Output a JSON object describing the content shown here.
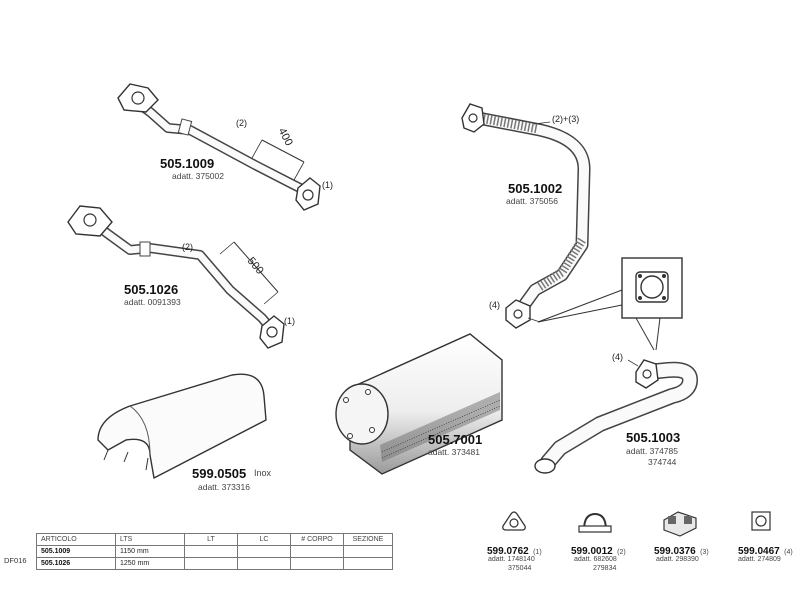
{
  "parts": {
    "pipe_1009": {
      "code": "505.1009",
      "sub": "adatt. 375002",
      "callout_a": "(2)",
      "callout_b": "(1)",
      "dimension": "400"
    },
    "pipe_1026": {
      "code": "505.1026",
      "sub": "adatt. 0091393",
      "callout_a": "(2)",
      "callout_b": "(1)",
      "dimension": "500"
    },
    "pipe_1002": {
      "code": "505.1002",
      "sub": "adatt. 375056",
      "callout_a": "(2)+(3)",
      "callout_b": "(4)"
    },
    "pipe_1003": {
      "code": "505.1003",
      "sub1": "adatt. 374785",
      "sub2": "374744",
      "callout": "(4)"
    },
    "muffler_7001": {
      "code": "505.7001",
      "sub": "adatt. 373481"
    },
    "shield_0505": {
      "code": "599.0505",
      "material": "Inox",
      "sub": "adatt. 373316"
    }
  },
  "accessories": [
    {
      "code": "599.0762",
      "callout": "(1)",
      "sub1": "adatt. 1748140",
      "sub2": "375044",
      "icon": "triangle-gasket-icon"
    },
    {
      "code": "599.0012",
      "callout": "(2)",
      "sub1": "adatt. 682608",
      "sub2": "279834",
      "icon": "clamp-icon"
    },
    {
      "code": "599.0376",
      "callout": "(3)",
      "sub1": "adatt. 298390",
      "sub2": "",
      "icon": "bracket-icon"
    },
    {
      "code": "599.0467",
      "callout": "(4)",
      "sub1": "adatt. 274809",
      "sub2": "",
      "icon": "square-gasket-icon"
    }
  ],
  "table": {
    "side_tag": "DF016",
    "headers": [
      "ARTICOLO",
      "LTS",
      "LT",
      "LC",
      "# CORPO",
      "SEZIONE"
    ],
    "rows": [
      [
        "505.1009",
        "1150 mm",
        "",
        "",
        "",
        ""
      ],
      [
        "505.1026",
        "1250 mm",
        "",
        "",
        "",
        ""
      ]
    ]
  }
}
